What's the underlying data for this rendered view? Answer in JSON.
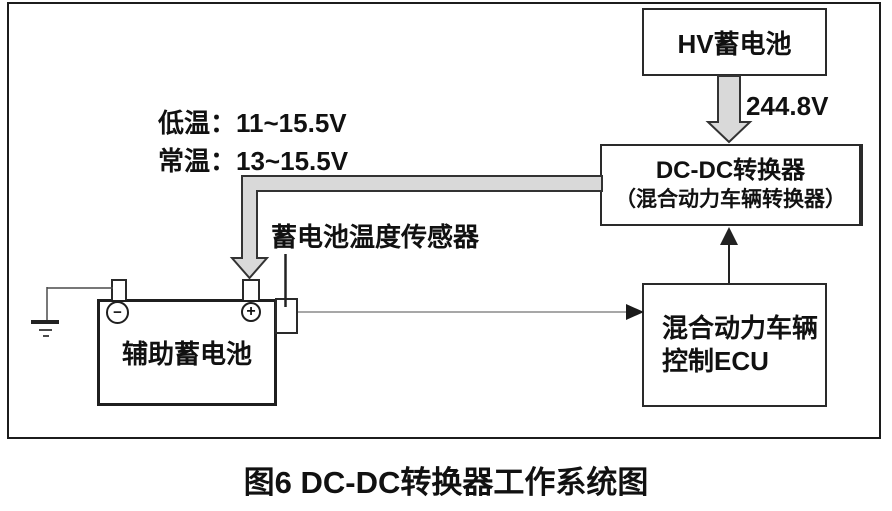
{
  "figure": {
    "caption": "图6 DC-DC转换器工作系统图"
  },
  "hv": {
    "label": "HV蓄电池",
    "voltage": "244.8V"
  },
  "dcdc": {
    "line1": "DC-DC转换器",
    "line2": "（混合动力车辆转换器）"
  },
  "ecu": {
    "line1": "混合动力车辆",
    "line2": "控制ECU"
  },
  "battery": {
    "label": "辅助蓄电池",
    "negative": "−",
    "positive": "+"
  },
  "sensor": {
    "label": "蓄电池温度传感器"
  },
  "notes": {
    "low": "低温：11~15.5V",
    "normal": "常温：13~15.5V"
  },
  "colors": {
    "line": "#222222",
    "pipe_fill": "#d9d9d9",
    "pipe_stroke": "#333333",
    "background": "#ffffff",
    "text": "#111111"
  }
}
